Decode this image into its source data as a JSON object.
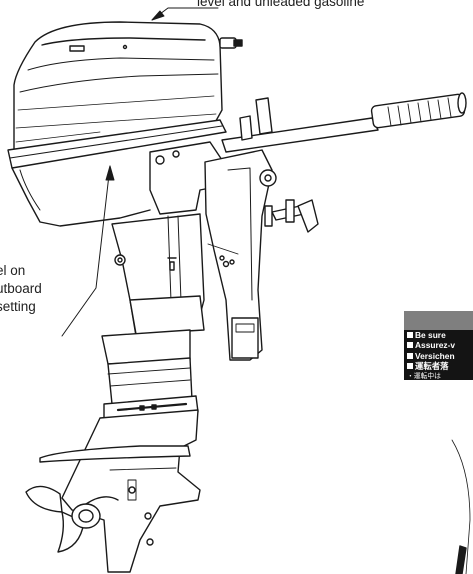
{
  "callouts": {
    "top": "level and unleaded gasoline",
    "left": [
      "el on",
      "utboard",
      " setting"
    ]
  },
  "warning_label": {
    "lines": [
      "Be sure",
      "Assurez-v",
      "Versichen",
      "運転者落"
    ],
    "sub_line": "・運転中は"
  },
  "colors": {
    "ink": "#1a1a1a",
    "paper": "#ffffff",
    "label_band": "#7f7f7f",
    "label_body": "#141414"
  }
}
